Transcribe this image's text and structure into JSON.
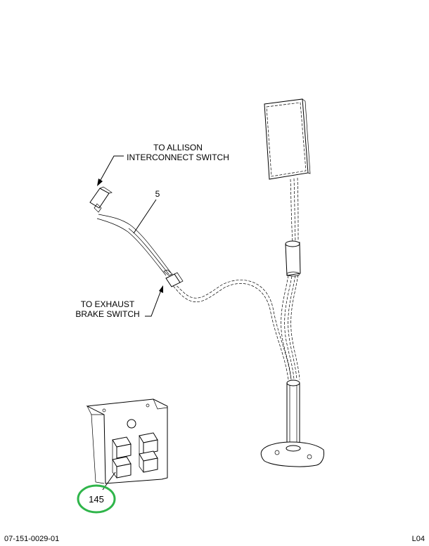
{
  "labels": {
    "allison_line1": "TO ALLISON",
    "allison_line2": "INTERCONNECT SWITCH",
    "exhaust_line1": "TO EXHAUST",
    "exhaust_line2": "BRAKE SWITCH",
    "callout_5": "5",
    "callout_145": "145"
  },
  "footer": {
    "doc_number": "07-151-0029-01",
    "revision": "L04"
  },
  "colors": {
    "callout_circle": "#2fb54a",
    "ink": "#000000"
  }
}
